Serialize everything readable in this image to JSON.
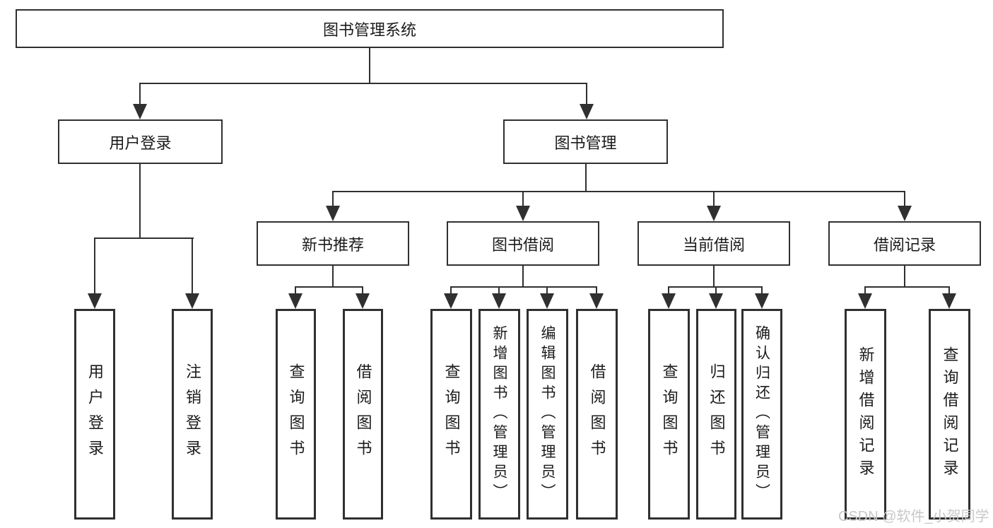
{
  "nodes": {
    "root": {
      "label": "图书管理系统"
    },
    "level2": [
      {
        "label": "用户登录"
      },
      {
        "label": "图书管理"
      }
    ],
    "level3": [
      {
        "label": "新书推荐"
      },
      {
        "label": "图书借阅"
      },
      {
        "label": "当前借阅"
      },
      {
        "label": "借阅记录"
      }
    ],
    "leaves": {
      "login": [
        {
          "label": "用户登录"
        },
        {
          "label": "注销登录"
        }
      ],
      "newbook": [
        {
          "label": "查询图书"
        },
        {
          "label": "借阅图书"
        }
      ],
      "borrow": [
        {
          "label": "查询图书"
        },
        {
          "label": "新增图书（管理员）"
        },
        {
          "label": "编辑图书（管理员）"
        },
        {
          "label": "借阅图书"
        }
      ],
      "current": [
        {
          "label": "查询图书"
        },
        {
          "label": "归还图书"
        },
        {
          "label": "确认归还（管理员）"
        }
      ],
      "records": [
        {
          "label": "新增借阅记录"
        },
        {
          "label": "查询借阅记录"
        }
      ]
    }
  },
  "watermark": {
    "text": "CSDN @软件_小贺同学"
  },
  "colors": {
    "line": "#303030",
    "text": "#1b1b1b",
    "background": "#ffffff",
    "watermark": "#c8c8c8"
  }
}
